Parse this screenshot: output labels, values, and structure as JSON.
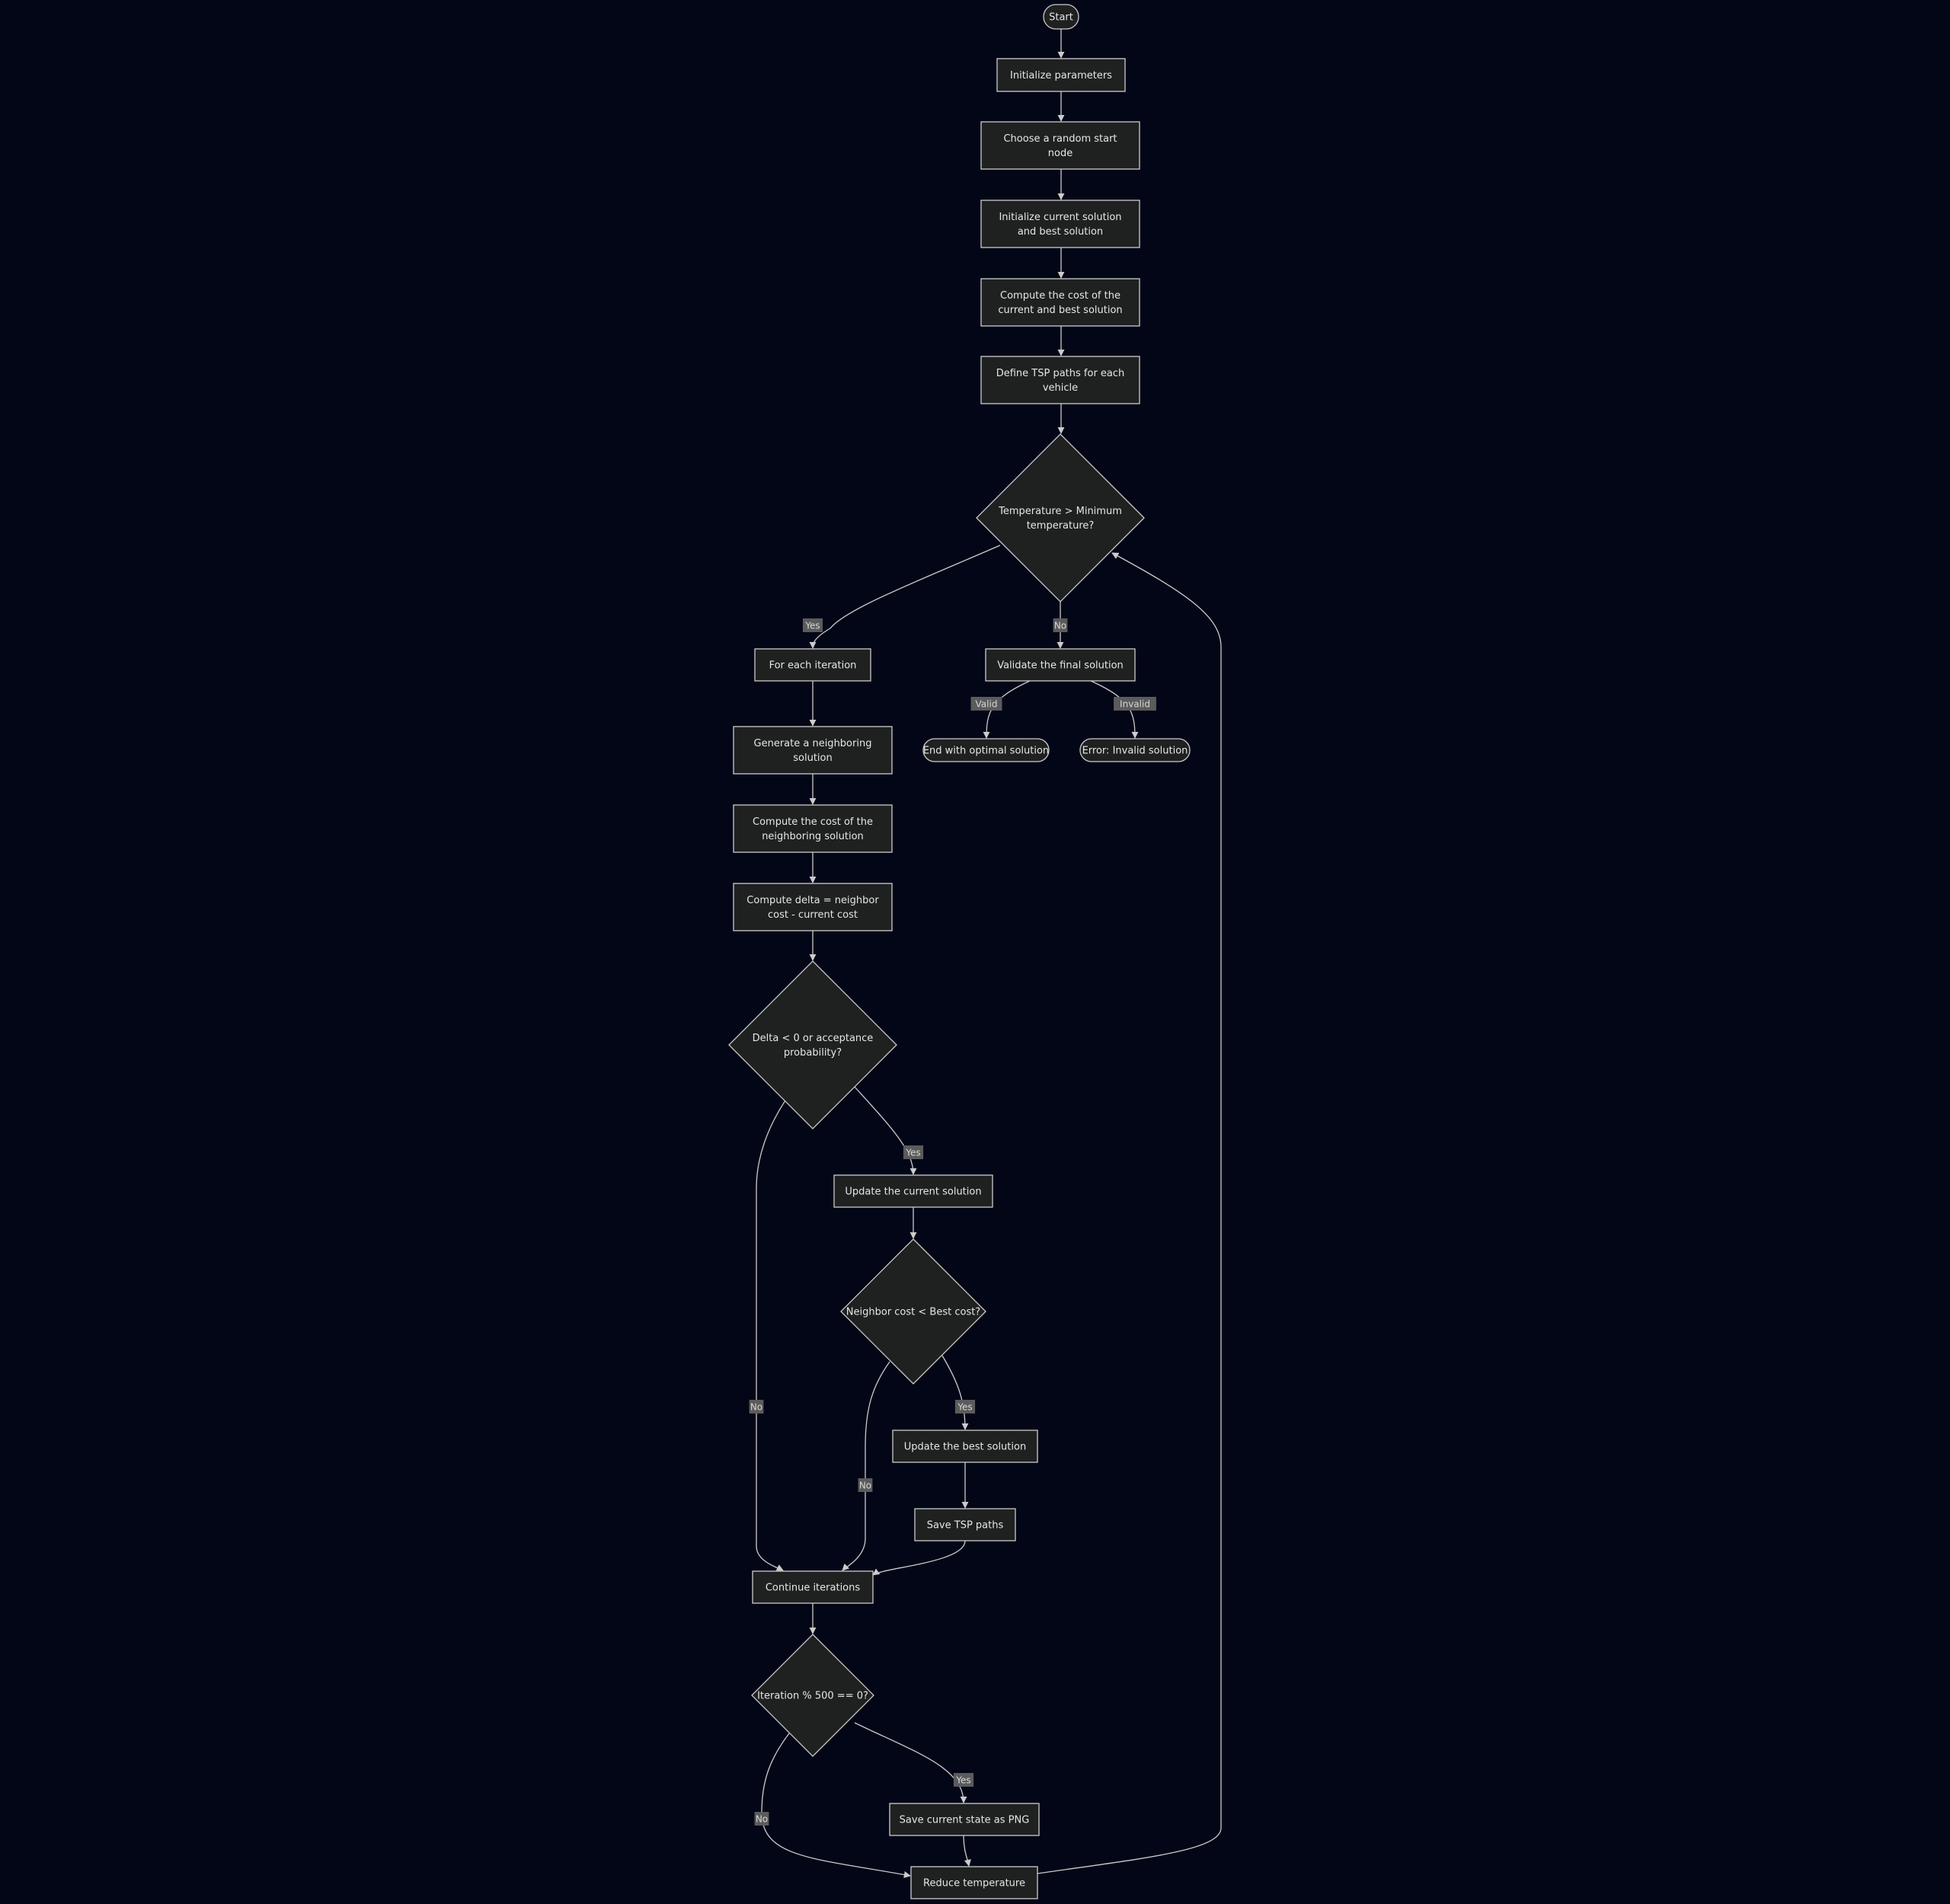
{
  "colors": {
    "background": "#020617",
    "node_fill": "#1f2020",
    "node_stroke": "#cccccc",
    "text": "#e6e6e6",
    "edge_label_bg": "#5b5b5b"
  },
  "nodes": {
    "start": {
      "label": [
        "Start"
      ]
    },
    "init_params": {
      "label": [
        "Initialize parameters"
      ]
    },
    "random_start": {
      "label": [
        "Choose a random start",
        "node"
      ]
    },
    "init_solution": {
      "label": [
        "Initialize current solution",
        "and best solution"
      ]
    },
    "compute_cost": {
      "label": [
        "Compute the cost of the",
        "current and best solution"
      ]
    },
    "define_tsp": {
      "label": [
        "Define TSP paths for each",
        "vehicle"
      ]
    },
    "temp_check": {
      "label": [
        "Temperature > Minimum",
        "temperature?"
      ]
    },
    "for_each": {
      "label": [
        "For each iteration"
      ]
    },
    "validate": {
      "label": [
        "Validate the final solution"
      ]
    },
    "end_optimal": {
      "label": [
        "End with optimal solution"
      ]
    },
    "error_invalid": {
      "label": [
        "Error: Invalid solution"
      ]
    },
    "gen_neighbor": {
      "label": [
        "Generate a neighboring",
        "solution"
      ]
    },
    "cost_neighbor": {
      "label": [
        "Compute the cost of the",
        "neighboring solution"
      ]
    },
    "compute_delta": {
      "label": [
        "Compute delta = neighbor",
        "cost - current cost"
      ]
    },
    "delta_check": {
      "label": [
        "Delta < 0 or acceptance",
        "probability?"
      ]
    },
    "update_current": {
      "label": [
        "Update the current solution"
      ]
    },
    "neighbor_best": {
      "label": [
        "Neighbor cost < Best cost?"
      ]
    },
    "update_best": {
      "label": [
        "Update the best solution"
      ]
    },
    "save_tsp": {
      "label": [
        "Save TSP paths"
      ]
    },
    "continue_iter": {
      "label": [
        "Continue iterations"
      ]
    },
    "iter_check": {
      "label": [
        "Iteration % 500 == 0?"
      ]
    },
    "save_png": {
      "label": [
        "Save current state as PNG"
      ]
    },
    "reduce_temp": {
      "label": [
        "Reduce temperature"
      ]
    }
  },
  "edge_labels": {
    "temp_yes": "Yes",
    "temp_no": "No",
    "valid": "Valid",
    "invalid": "Invalid",
    "delta_yes": "Yes",
    "delta_no": "No",
    "best_yes": "Yes",
    "best_no": "No",
    "iter_yes": "Yes",
    "iter_no": "No"
  }
}
